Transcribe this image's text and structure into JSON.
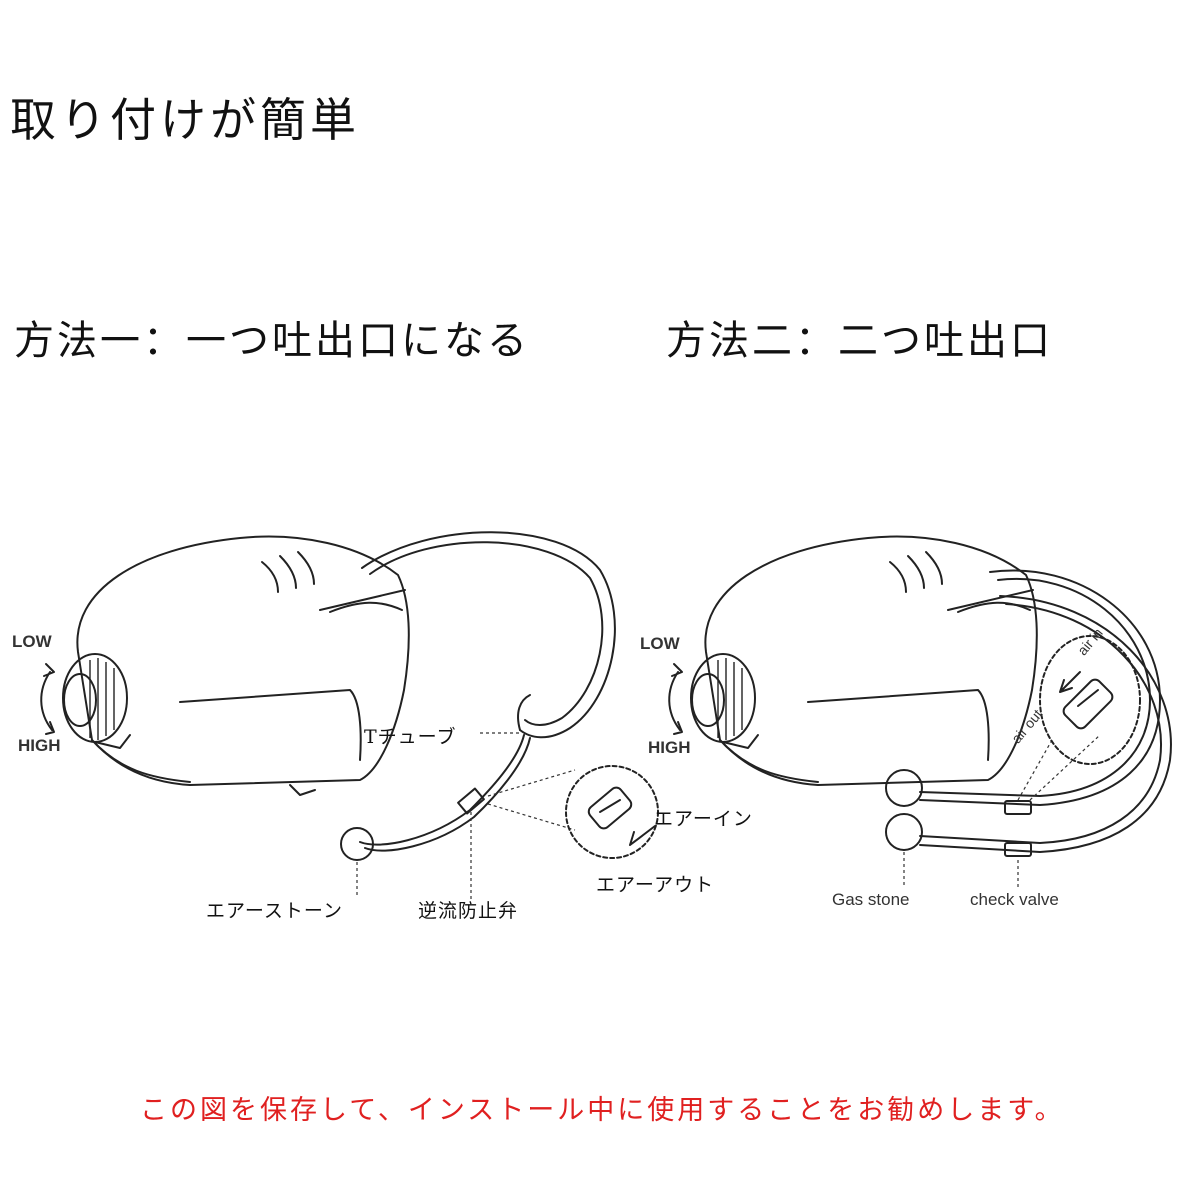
{
  "title": "取り付けが簡単",
  "methods": {
    "one": "方法一：一つ吐出口になる",
    "two": "方法二：二つ吐出口"
  },
  "left_diagram": {
    "low": "LOW",
    "high": "HIGH",
    "t_tube": "Tチューブ",
    "air_in": "エアーイン",
    "air_out": "エアーアウト",
    "air_stone": "エアーストーン",
    "check_valve": "逆流防止弁"
  },
  "right_diagram": {
    "low": "LOW",
    "high": "HIGH",
    "air_in": "air in",
    "air_out": "air out",
    "gas_stone": "Gas stone",
    "check_valve": "check valve"
  },
  "footer": "この図を保存して、インストール中に使用することをお勧めします。",
  "colors": {
    "footer_text": "#e02020",
    "line": "#222222"
  }
}
